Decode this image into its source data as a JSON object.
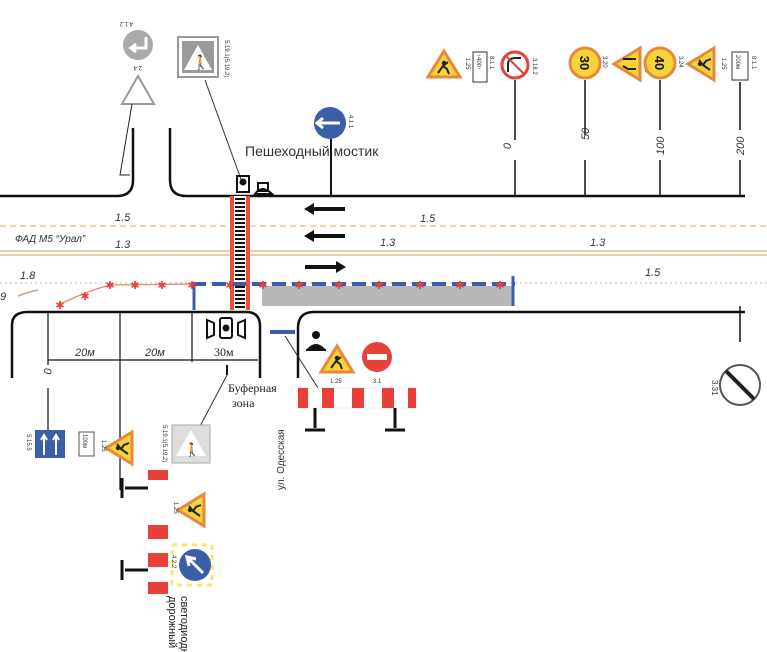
{
  "road": {
    "name": "ФАД М5 “Урал”",
    "bridge_label": "Пешеходный мостик",
    "street_name": "ул. Одесская",
    "buffer_zone": [
      "Буферная",
      "зона"
    ],
    "markings": {
      "m1": "1.5",
      "m2": "1.3",
      "m3": "1.5",
      "m4": "1.3",
      "m5": "1.3",
      "m6": "1.5",
      "m7": "1.8",
      "m8": "9"
    }
  },
  "dimensions": {
    "d1": "20м",
    "d2": "20м",
    "d3": "30м",
    "start": "0"
  },
  "distances": {
    "p0": "0",
    "p50": "50",
    "p100": "100",
    "p200": "200"
  },
  "signs": {
    "s_412": "4.1.2",
    "s_24": "2.4",
    "s_ped_top": "5.19.1(5.19.2)",
    "s_411": "4.1.1",
    "s_125a": "1.25",
    "s_plate_400": "↑400↑",
    "s_plate_code": "8.1.1",
    "s_318": "3.18.2",
    "s_speed30": "30",
    "s_320": "3.20",
    "s_1202": "1.20.2",
    "s_speed40": "40",
    "s_324": "3.24",
    "s_125b": "1.25",
    "s_plate_200": "200м",
    "s_812": "8.1.1",
    "s_125c": "1.25",
    "s_31": "3.1",
    "s_331": "3.31",
    "s_5155": "5.15.5",
    "s_plate_100": "100м",
    "s_125d": "1.25",
    "s_ped_low": "5.19.1(5.19.2)",
    "s_125e": "1.25",
    "s_422": "4.2.2",
    "light_label": [
      "светодиодный",
      "дорожный"
    ]
  },
  "colors": {
    "red": "#e8403a",
    "blue": "#3a5fa8",
    "yellow": "#f5d43a",
    "orange": "#e68a3a",
    "gray": "#b8b8b8"
  }
}
